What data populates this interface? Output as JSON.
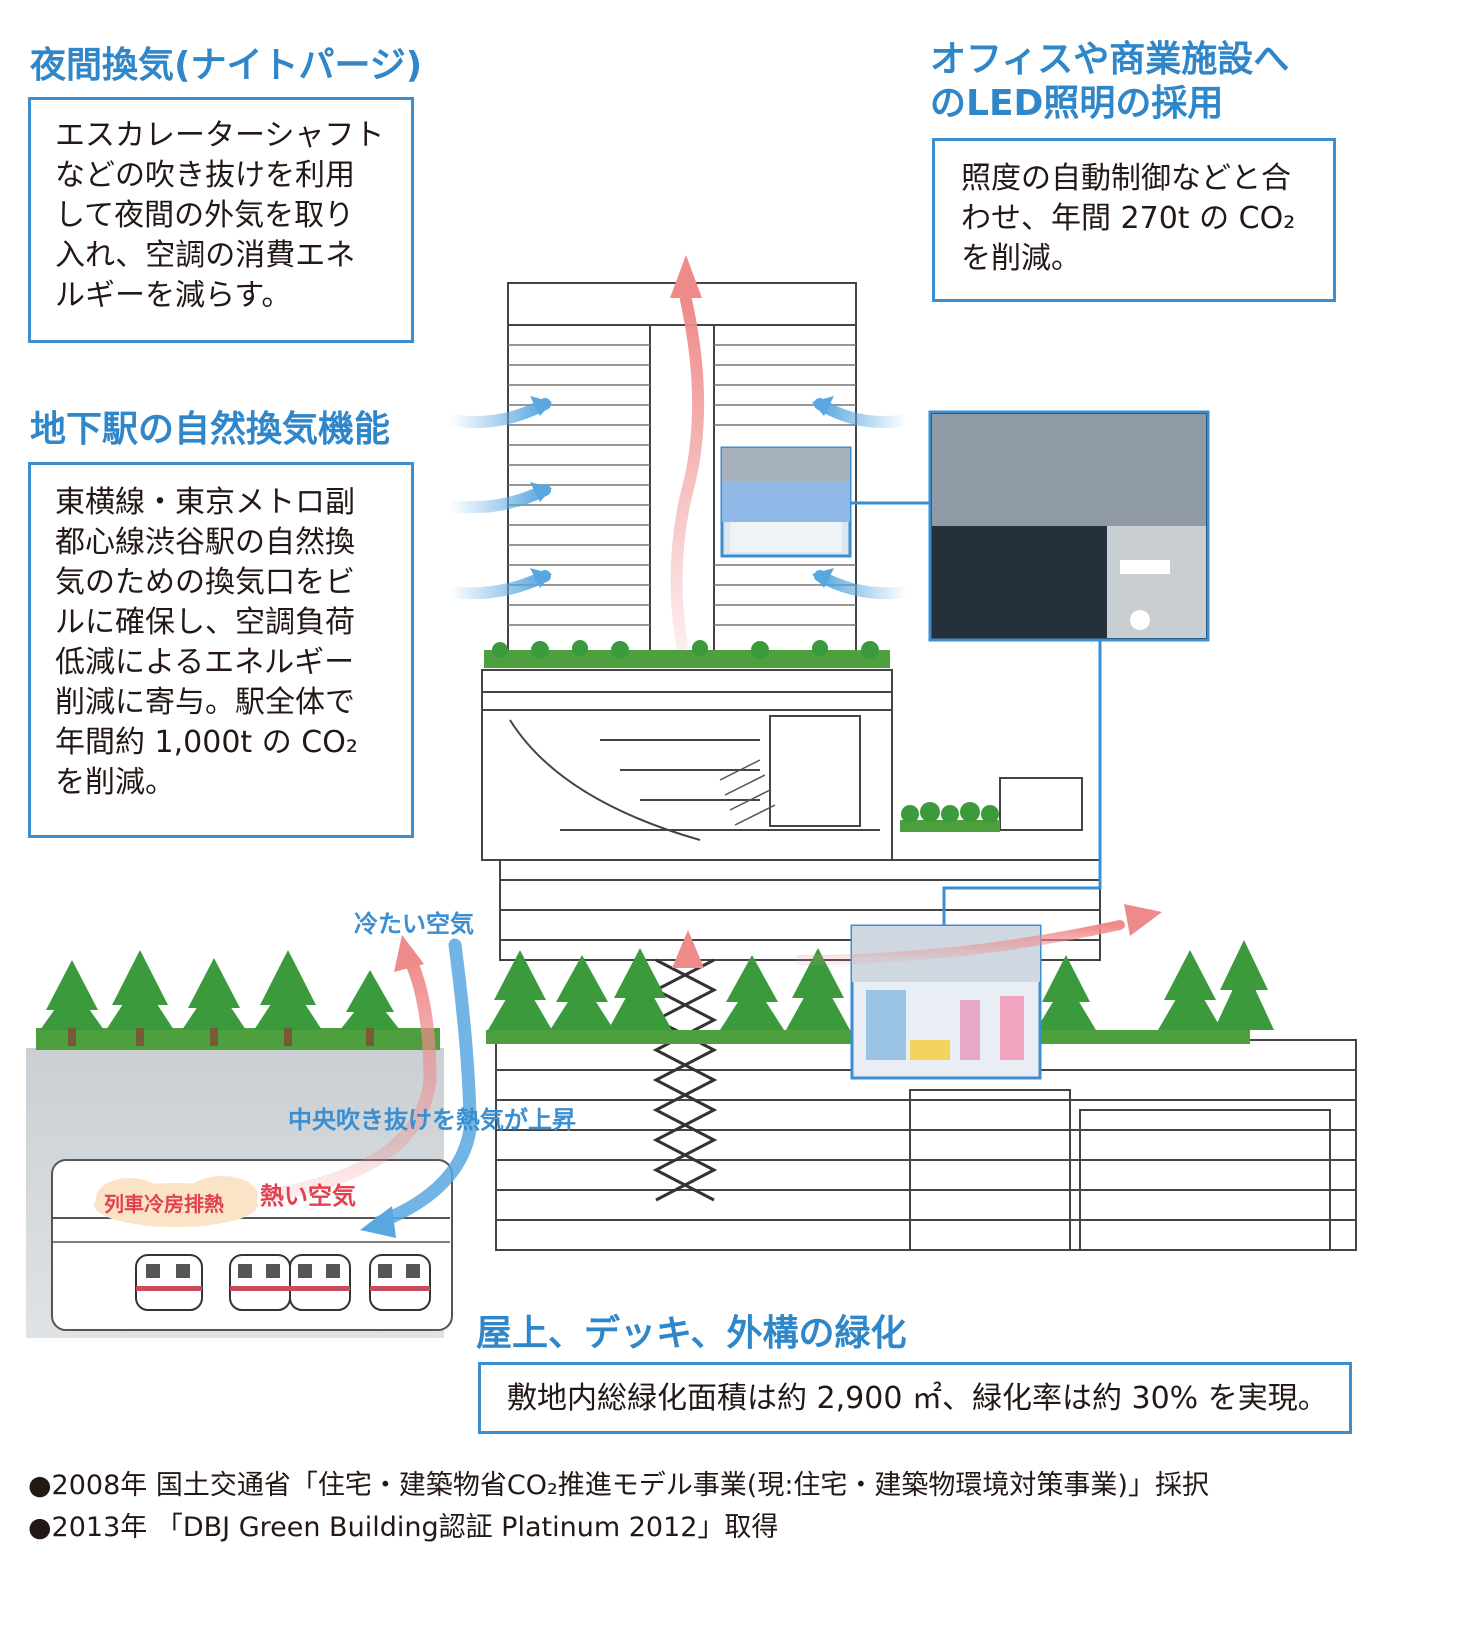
{
  "colors": {
    "heading": "#2f86c9",
    "box_border": "#3b8ed0",
    "cool_air": "#58a7e0",
    "hot_air": "#ef8a8a",
    "greenery": "#3b9b3c"
  },
  "night_purge": {
    "heading": "夜間換気(ナイトパージ)",
    "lines": [
      "エスカレーターシャフト",
      "などの吹き抜けを利用",
      "して夜間の外気を取り",
      "入れ、空調の消費エネ",
      "ルギーを減らす。"
    ]
  },
  "led": {
    "heading_lines": [
      "オフィスや商業施設へ",
      "のLED照明の採用"
    ],
    "lines": [
      "照度の自動制御などと合",
      "わせ、年間 270t の CO₂",
      "を削減。"
    ]
  },
  "station": {
    "heading": "地下駅の自然換気機能",
    "lines": [
      "東横線・東京メトロ副",
      "都心線渋谷駅の自然換",
      "気のための換気口をビ",
      "ルに確保し、空調負荷",
      "低減によるエネルギー",
      "削減に寄与。駅全体で",
      "年間約 1,000t の CO₂",
      "を削減。"
    ]
  },
  "greening": {
    "heading": "屋上、デッキ、外構の緑化",
    "text": "敷地内総緑化面積は約 2,900 ㎡、緑化率は約 30% を実現。"
  },
  "diagram_labels": {
    "cold_air": "冷たい空気",
    "central_void": "中央吹き抜けを熱気が上昇",
    "hot_air": "熱い空気",
    "train_exhaust": "列車冷房排熱"
  },
  "footnotes": [
    "●2008年 国土交通省「住宅・建築物省CO₂推進モデル事業(現:住宅・建築物環境対策事業)」採択",
    "●2013年 「DBJ Green Building認証 Platinum 2012」取得"
  ]
}
